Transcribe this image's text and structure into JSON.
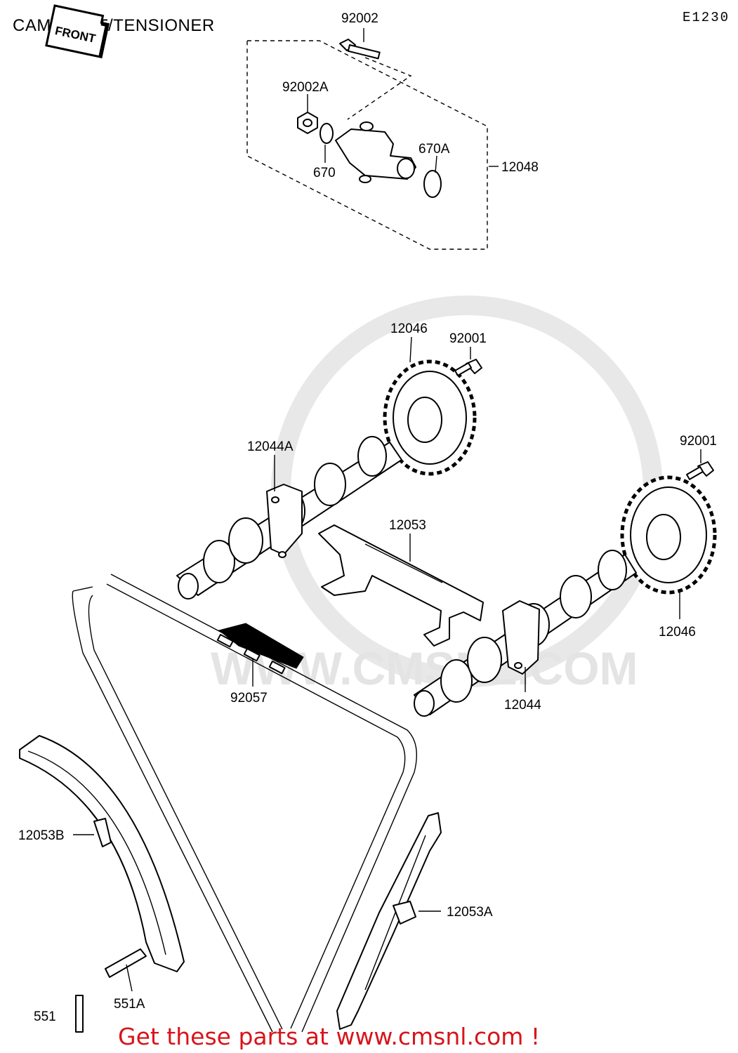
{
  "title": "CAMSHAFT/TENSIONER",
  "figure_code": "E1230",
  "front_label": "FRONT",
  "watermark": "WWW.CMSNL.COM",
  "banner": "Get these parts at www.cmsnl.com !",
  "callouts": {
    "bolt_92002": "92002",
    "bolt_92002A": "92002A",
    "oring_670": "670",
    "oring_670A": "670A",
    "tensioner_12048": "12048",
    "sprocket_12046_upper": "12046",
    "bolt_92001_upper": "92001",
    "camshaft_12044A": "12044A",
    "bolt_92001_right": "92001",
    "guide_12053": "12053",
    "sprocket_12046_right": "12046",
    "chain_92057": "92057",
    "camshaft_12044": "12044",
    "guide_12053B": "12053B",
    "guide_12053A": "12053A",
    "pin_551A": "551A",
    "pin_551": "551"
  },
  "colors": {
    "banner": "#d8141a",
    "watermark": "#e4e4e4",
    "ink": "#000000"
  }
}
